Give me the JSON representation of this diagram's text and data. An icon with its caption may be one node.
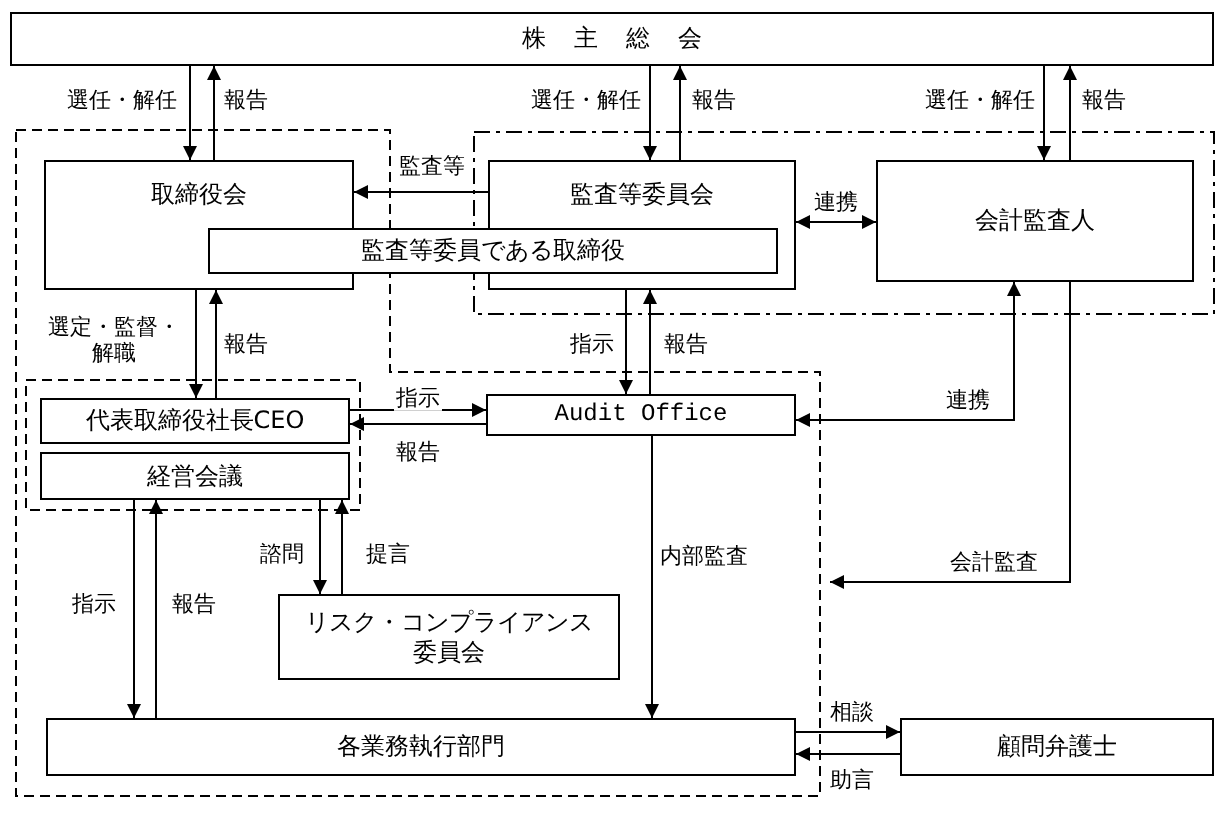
{
  "diagram": {
    "nodes": [
      {
        "text": [
          "株主総会"
        ]
      },
      {
        "text": [
          "取締役会"
        ]
      },
      {
        "text": [
          "監査等委員会"
        ]
      },
      {
        "text": [
          "監査等委員である取締役"
        ]
      },
      {
        "text": [
          "会計監査人"
        ]
      },
      {
        "text": [
          "代表取締役社長CEO"
        ]
      },
      {
        "text": [
          "経営会議"
        ]
      },
      {
        "text": [
          "Audit Office"
        ]
      },
      {
        "text": [
          "リスク・コンプライアンス委員会"
        ]
      },
      {
        "text": [
          "各業務執行部門"
        ]
      },
      {
        "text": [
          "顧問弁護士"
        ]
      }
    ],
    "edges": [
      {
        "from": 0,
        "to": 1,
        "arrow": "to",
        "label": "選任・解任"
      },
      {
        "from": 1,
        "to": 0,
        "arrow": "to",
        "label": "報告"
      },
      {
        "from": 0,
        "to": 2,
        "arrow": "to",
        "label": "選任・解任"
      },
      {
        "from": 2,
        "to": 0,
        "arrow": "to",
        "label": "報告"
      },
      {
        "from": 0,
        "to": 4,
        "arrow": "to",
        "label": "選任・解任"
      },
      {
        "from": 4,
        "to": 0,
        "arrow": "to",
        "label": "報告"
      },
      {
        "from": 2,
        "to": 1,
        "arrow": "to",
        "label": "監査等"
      },
      {
        "from": 2,
        "to": 4,
        "arrow": "both",
        "label": "連携"
      },
      {
        "from": 1,
        "to": 5,
        "arrow": "to",
        "label": "選定・監督・解職"
      },
      {
        "from": 5,
        "to": 1,
        "arrow": "to",
        "label": "報告"
      },
      {
        "from": 2,
        "to": 7,
        "arrow": "to",
        "label": "指示"
      },
      {
        "from": 7,
        "to": 2,
        "arrow": "to",
        "label": "報告"
      },
      {
        "from": 5,
        "to": 7,
        "arrow": "to",
        "label": "指示"
      },
      {
        "from": 7,
        "to": 5,
        "arrow": "to",
        "label": "報告"
      },
      {
        "from": 4,
        "to": 7,
        "arrow": "both",
        "label": "連携"
      },
      {
        "from": 4,
        "to": null,
        "arrow": "to",
        "label": "会計監査"
      },
      {
        "from": 6,
        "to": 9,
        "arrow": "to",
        "label": "指示"
      },
      {
        "from": 9,
        "to": 6,
        "arrow": "to",
        "label": "報告"
      },
      {
        "from": 6,
        "to": 8,
        "arrow": "to",
        "label": "諮問"
      },
      {
        "from": 8,
        "to": 6,
        "arrow": "to",
        "label": "提言"
      },
      {
        "from": 7,
        "to": 9,
        "arrow": "to",
        "label": "内部監査"
      },
      {
        "from": 9,
        "to": 10,
        "arrow": "to",
        "label": "相談"
      },
      {
        "from": 10,
        "to": 9,
        "arrow": "to",
        "label": "助言"
      }
    ]
  }
}
